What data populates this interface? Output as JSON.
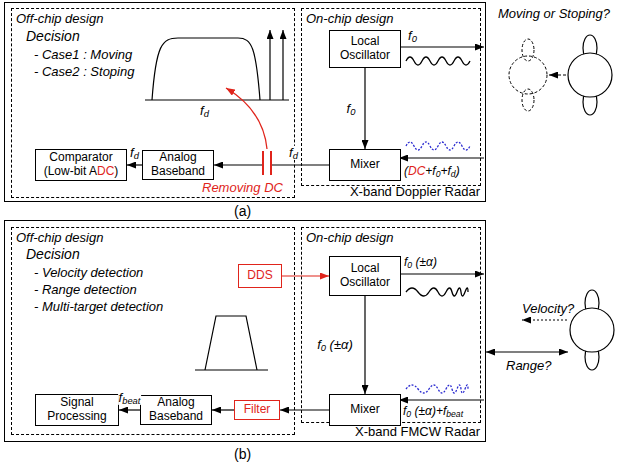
{
  "diagram": {
    "nodes": [
      {
        "text": [
          "X-band Doppler Radar"
        ]
      },
      {
        "text": [
          "Off-chip design"
        ],
        "in": 0
      },
      {
        "text": [
          "On-chip design"
        ],
        "in": 0
      },
      {
        "text": [
          "Comparator (Low-bit ADC)"
        ],
        "in": 1
      },
      {
        "text": [
          "Analog Baseband"
        ],
        "in": 1
      },
      {
        "text": [
          "Local Oscillator"
        ],
        "in": 2
      },
      {
        "text": [
          "Mixer"
        ],
        "in": 2
      },
      {
        "text": [
          "X-band FMCW Radar"
        ]
      },
      {
        "text": [
          "Off-chip design"
        ],
        "in": 7
      },
      {
        "text": [
          "On-chip design"
        ],
        "in": 7
      },
      {
        "text": [
          "Signal Processing"
        ],
        "in": 8
      },
      {
        "text": [
          "Analog Baseband"
        ],
        "in": 8
      },
      {
        "text": [
          "DDS"
        ],
        "in": 8
      },
      {
        "text": [
          "Filter"
        ],
        "in": 8
      },
      {
        "text": [
          "Local Oscillator"
        ],
        "in": 9
      },
      {
        "text": [
          "Mixer"
        ],
        "in": 9
      }
    ],
    "edges": [
      {
        "from": 5,
        "to": 6,
        "label": "f0",
        "arrow": "to"
      },
      {
        "from": 6,
        "to": 4,
        "label": "fd",
        "arrow": "to"
      },
      {
        "from": 4,
        "to": 3,
        "label": "fd",
        "arrow": "to"
      },
      {
        "from": 12,
        "to": 14,
        "arrow": "to"
      },
      {
        "from": 14,
        "to": 15,
        "label": "f0 (±α)",
        "arrow": "to"
      },
      {
        "from": 15,
        "to": 13,
        "arrow": "to"
      },
      {
        "from": 13,
        "to": 11,
        "arrow": "to"
      },
      {
        "from": 11,
        "to": 10,
        "label": "fbeat",
        "arrow": "to"
      }
    ],
    "labels": [
      "Decision",
      "- Case1 : Moving",
      "- Case2 : Stoping",
      "fd",
      "Removing DC",
      "f0",
      "(DC+f0+fd)",
      "Moving or Stoping?",
      "(a)",
      "Decision",
      "- Velocity detection",
      "- Range detection",
      "- Multi-target detection",
      "f0 (±α)",
      "f0 (±α)+fbeat",
      "Velocity?",
      "Range?",
      "(b)"
    ]
  }
}
